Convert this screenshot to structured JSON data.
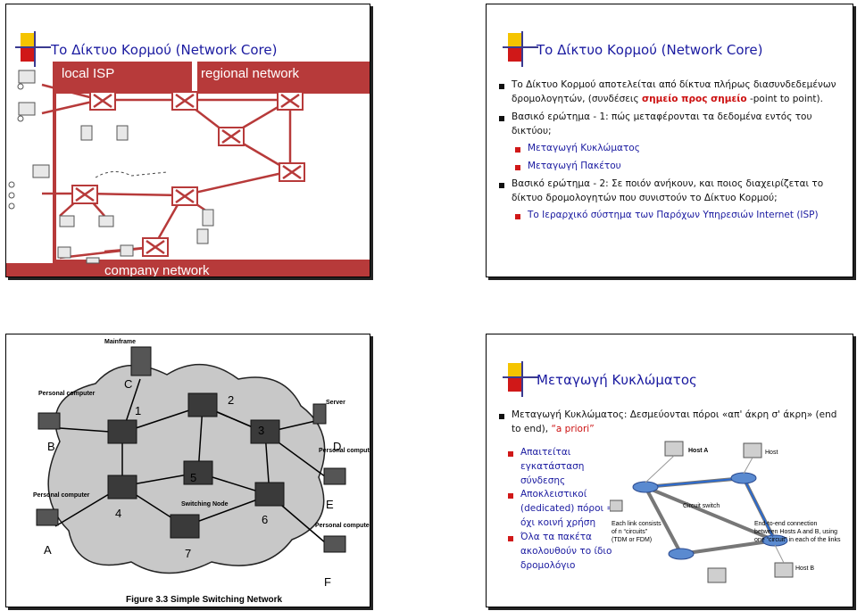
{
  "slide1": {
    "title": "Το Δίκτυο Κορμού (Network Core)",
    "labels": {
      "local_isp": "local ISP",
      "regional_network": "regional network",
      "company_network": "company network"
    }
  },
  "slide2": {
    "title": "Το Δίκτυο Κορμού (Network Core)",
    "p1_line1": "Το Δίκτυο Κορμού αποτελείται από δίκτυα πλήρως διασυνδεδεμένων",
    "p1_line2_pre": "δρομολογητών, (συνδέσεις ",
    "p1_line2_highlight": "σημείο προς σημείο",
    "p1_line2_post": " -point to point).",
    "p2_line1": "Βασικό ερώτημα - 1: πώς μεταφέρονται τα δεδομένα εντός του",
    "p2_line2": "δικτύου;",
    "sub1": "Μεταγωγή Κυκλώματος",
    "sub2": "Μεταγωγή Πακέτου",
    "p3_line1": "Βασικό ερώτημα - 2: Σε ποιόν ανήκουν, και ποιος διαχειρίζεται το",
    "p3_line2": "δίκτυο δρομολογητών που συνιστούν το Δίκτυο Κορμού;",
    "sub3": "Το Ιεραρχικό σύστημα των Παρόχων Υπηρεσιών Internet (ISP)"
  },
  "slide3": {
    "caption": "Figure 3.3  Simple Switching Network",
    "mainframe": "Mainframe",
    "server": "Server",
    "personal_computer": "Personal computer",
    "switching_node": "Switching Node",
    "letters": [
      "A",
      "B",
      "C",
      "D",
      "E",
      "F"
    ],
    "numbers": [
      "1",
      "2",
      "3",
      "4",
      "5",
      "6",
      "7"
    ]
  },
  "slide4": {
    "title": "Μεταγωγή Κυκλώματος",
    "p1_line1": "Μεταγωγή Κυκλώματος: Δεσμεύονται πόροι «απ' άκρη σ' άκρη» (end",
    "p1_line2_pre": "to end), ",
    "p1_line2_red": "“a priori”",
    "subs": [
      [
        "Απαιτείται",
        "εγκατάσταση",
        "σύνδεσης"
      ],
      [
        "Αποκλειστικοί",
        "(dedicated) πόροι =",
        "όχι κοινή χρήση"
      ],
      [
        "Όλα τα πακέτα",
        "ακολουθούν το ίδιο",
        "δρομολόγιο"
      ]
    ],
    "diagram": {
      "host_a": "Host A",
      "host": "Host",
      "host_b": "Host B",
      "circuit_switch": "Circuit switch",
      "left_note": [
        "Each link consists",
        "of n “circuits”",
        "(TDM or FDM)"
      ],
      "right_note": [
        "End-to-end connection",
        "between Hosts A and B, using",
        "one “circuit” in each of the links"
      ]
    }
  },
  "colors": {
    "title_blue": "#1a1aa0",
    "accent_red": "#cc1010",
    "deco_yellow": "#f5c400",
    "deco_red": "#d01818"
  }
}
